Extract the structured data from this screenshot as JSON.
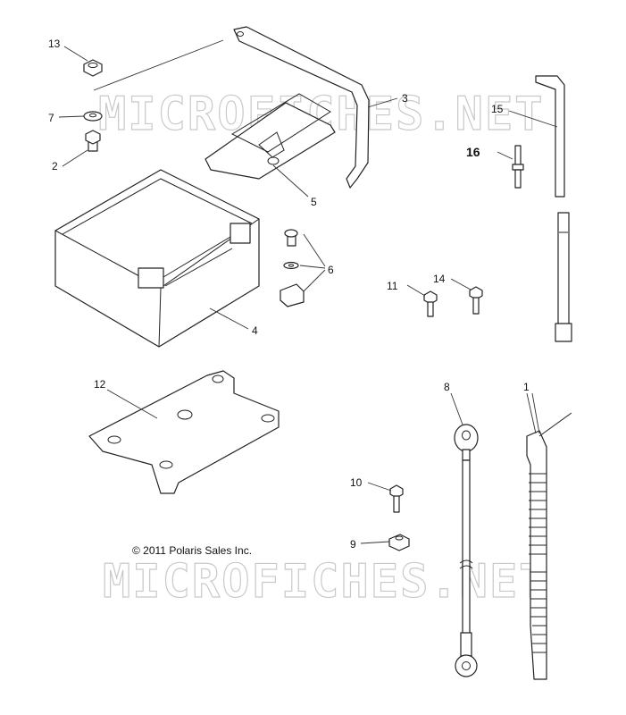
{
  "watermark": "MICROFICHES.NET",
  "copyright": "© 2011 Polaris Sales Inc.",
  "callouts": {
    "c1": "1",
    "c2": "2",
    "c3": "3",
    "c4": "4",
    "c5": "5",
    "c6": "6",
    "c7": "7",
    "c8": "8",
    "c9": "9",
    "c10": "10",
    "c11": "11",
    "c12": "12",
    "c13": "13",
    "c14": "14",
    "c15": "15",
    "c16": "16"
  },
  "colors": {
    "line": "#222222",
    "watermark": "#c9c9c9",
    "background": "#ffffff"
  }
}
